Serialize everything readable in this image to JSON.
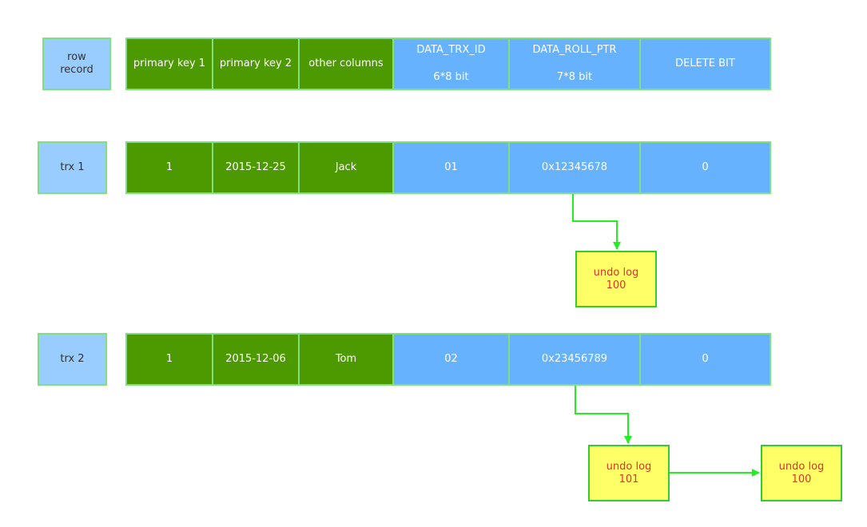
{
  "header_row": {
    "label": [
      "row",
      "record"
    ],
    "cells": [
      {
        "lines": [
          "primary key 1"
        ],
        "kind": "green"
      },
      {
        "lines": [
          "primary key 2"
        ],
        "kind": "green"
      },
      {
        "lines": [
          "other columns"
        ],
        "kind": "green"
      },
      {
        "lines": [
          "DATA_TRX_ID",
          "6*8 bit"
        ],
        "kind": "blue"
      },
      {
        "lines": [
          "DATA_ROLL_PTR",
          "7*8 bit"
        ],
        "kind": "blue"
      },
      {
        "lines": [
          "DELETE BIT"
        ],
        "kind": "blue"
      }
    ]
  },
  "trx1": {
    "label": "trx 1",
    "cells": [
      "1",
      "2015-12-25",
      "Jack",
      "01",
      "0x12345678",
      "0"
    ]
  },
  "trx2": {
    "label": "trx 2",
    "cells": [
      "1",
      "2015-12-06",
      "Tom",
      "02",
      "0x23456789",
      "0"
    ]
  },
  "undo_logs": {
    "trx1_undo": {
      "title": "undo log",
      "id": "100"
    },
    "trx2_undo_a": {
      "title": "undo log",
      "id": "101"
    },
    "trx2_undo_b": {
      "title": "undo log",
      "id": "100"
    }
  },
  "colors": {
    "column_green": "#4d9900",
    "column_blue": "#66b2ff",
    "label_blue": "#99ccff",
    "border_green": "#7ee07e",
    "arrow_green": "#22ee22",
    "undo_fill": "#ffff66",
    "undo_text": "#e03030"
  }
}
